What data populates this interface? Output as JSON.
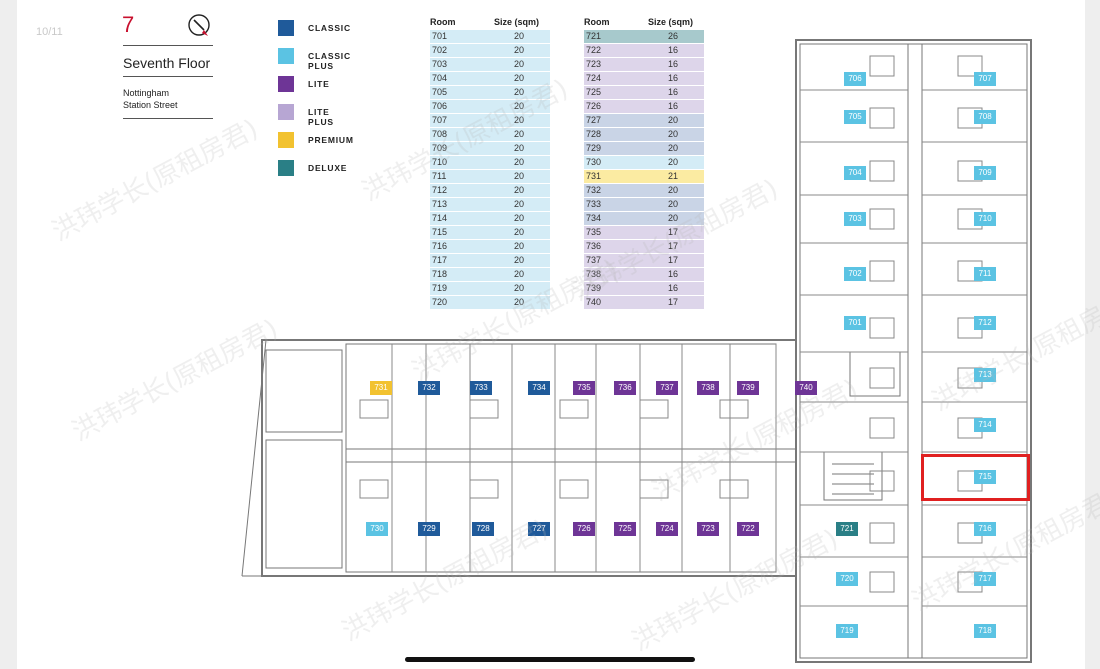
{
  "page_indicator": "10/11",
  "floor_number": "7",
  "floor_title": "Seventh Floor",
  "address_line1": "Nottingham",
  "address_line2": "Station Street",
  "compass_icon": "compass-icon",
  "legend": [
    {
      "label": "CLASSIC",
      "color": "#1f5a9a"
    },
    {
      "label": "CLASSIC PLUS",
      "color": "#5bc3e3"
    },
    {
      "label": "LITE",
      "color": "#6e3596"
    },
    {
      "label": "LITE PLUS",
      "color": "#b7a6d3"
    },
    {
      "label": "PREMIUM",
      "color": "#f2c230"
    },
    {
      "label": "DELUXE",
      "color": "#2a7f86"
    }
  ],
  "table_headers": {
    "room": "Room",
    "size": "Size (sqm)"
  },
  "table_left": [
    {
      "room": "701",
      "size": "20",
      "type": "CLASSIC PLUS"
    },
    {
      "room": "702",
      "size": "20",
      "type": "CLASSIC PLUS"
    },
    {
      "room": "703",
      "size": "20",
      "type": "CLASSIC PLUS"
    },
    {
      "room": "704",
      "size": "20",
      "type": "CLASSIC PLUS"
    },
    {
      "room": "705",
      "size": "20",
      "type": "CLASSIC PLUS"
    },
    {
      "room": "706",
      "size": "20",
      "type": "CLASSIC PLUS"
    },
    {
      "room": "707",
      "size": "20",
      "type": "CLASSIC PLUS"
    },
    {
      "room": "708",
      "size": "20",
      "type": "CLASSIC PLUS"
    },
    {
      "room": "709",
      "size": "20",
      "type": "CLASSIC PLUS"
    },
    {
      "room": "710",
      "size": "20",
      "type": "CLASSIC PLUS"
    },
    {
      "room": "711",
      "size": "20",
      "type": "CLASSIC PLUS"
    },
    {
      "room": "712",
      "size": "20",
      "type": "CLASSIC PLUS"
    },
    {
      "room": "713",
      "size": "20",
      "type": "CLASSIC PLUS"
    },
    {
      "room": "714",
      "size": "20",
      "type": "CLASSIC PLUS"
    },
    {
      "room": "715",
      "size": "20",
      "type": "CLASSIC PLUS"
    },
    {
      "room": "716",
      "size": "20",
      "type": "CLASSIC PLUS"
    },
    {
      "room": "717",
      "size": "20",
      "type": "CLASSIC PLUS"
    },
    {
      "room": "718",
      "size": "20",
      "type": "CLASSIC PLUS"
    },
    {
      "room": "719",
      "size": "20",
      "type": "CLASSIC PLUS"
    },
    {
      "room": "720",
      "size": "20",
      "type": "CLASSIC PLUS"
    }
  ],
  "table_right": [
    {
      "room": "721",
      "size": "26",
      "type": "DELUXE"
    },
    {
      "room": "722",
      "size": "16",
      "type": "LITE PLUS"
    },
    {
      "room": "723",
      "size": "16",
      "type": "LITE PLUS"
    },
    {
      "room": "724",
      "size": "16",
      "type": "LITE PLUS"
    },
    {
      "room": "725",
      "size": "16",
      "type": "LITE PLUS"
    },
    {
      "room": "726",
      "size": "16",
      "type": "LITE PLUS"
    },
    {
      "room": "727",
      "size": "20",
      "type": "CLASSIC"
    },
    {
      "room": "728",
      "size": "20",
      "type": "CLASSIC"
    },
    {
      "room": "729",
      "size": "20",
      "type": "CLASSIC"
    },
    {
      "room": "730",
      "size": "20",
      "type": "CLASSIC PLUS"
    },
    {
      "room": "731",
      "size": "21",
      "type": "PREMIUM"
    },
    {
      "room": "732",
      "size": "20",
      "type": "CLASSIC"
    },
    {
      "room": "733",
      "size": "20",
      "type": "CLASSIC"
    },
    {
      "room": "734",
      "size": "20",
      "type": "CLASSIC"
    },
    {
      "room": "735",
      "size": "17",
      "type": "LITE PLUS"
    },
    {
      "room": "736",
      "size": "17",
      "type": "LITE PLUS"
    },
    {
      "room": "737",
      "size": "17",
      "type": "LITE PLUS"
    },
    {
      "room": "738",
      "size": "16",
      "type": "LITE PLUS"
    },
    {
      "room": "739",
      "size": "16",
      "type": "LITE PLUS"
    },
    {
      "room": "740",
      "size": "17",
      "type": "LITE PLUS"
    }
  ],
  "table_row_colors": {
    "CLASSIC": "#c9d4e6",
    "CLASSIC PLUS": "#d4ecf6",
    "LITE PLUS": "#ddd5ea",
    "PREMIUM": "#fbeba2",
    "DELUXE": "#a7c9cc"
  },
  "plan_rooms": [
    {
      "label": "706",
      "type": "CLASSIC PLUS"
    },
    {
      "label": "707",
      "type": "CLASSIC PLUS"
    },
    {
      "label": "705",
      "type": "CLASSIC PLUS"
    },
    {
      "label": "708",
      "type": "CLASSIC PLUS"
    },
    {
      "label": "704",
      "type": "CLASSIC PLUS"
    },
    {
      "label": "709",
      "type": "CLASSIC PLUS"
    },
    {
      "label": "703",
      "type": "CLASSIC PLUS"
    },
    {
      "label": "710",
      "type": "CLASSIC PLUS"
    },
    {
      "label": "702",
      "type": "CLASSIC PLUS"
    },
    {
      "label": "711",
      "type": "CLASSIC PLUS"
    },
    {
      "label": "701",
      "type": "CLASSIC PLUS"
    },
    {
      "label": "712",
      "type": "CLASSIC PLUS"
    },
    {
      "label": "713",
      "type": "CLASSIC PLUS"
    },
    {
      "label": "714",
      "type": "CLASSIC PLUS"
    },
    {
      "label": "715",
      "type": "CLASSIC PLUS"
    },
    {
      "label": "716",
      "type": "CLASSIC PLUS"
    },
    {
      "label": "717",
      "type": "CLASSIC PLUS"
    },
    {
      "label": "718",
      "type": "CLASSIC PLUS"
    },
    {
      "label": "719",
      "type": "CLASSIC PLUS"
    },
    {
      "label": "720",
      "type": "CLASSIC PLUS"
    },
    {
      "label": "721",
      "type": "DELUXE"
    },
    {
      "label": "731",
      "type": "PREMIUM"
    },
    {
      "label": "732",
      "type": "CLASSIC"
    },
    {
      "label": "733",
      "type": "CLASSIC"
    },
    {
      "label": "734",
      "type": "CLASSIC"
    },
    {
      "label": "735",
      "type": "LITE"
    },
    {
      "label": "736",
      "type": "LITE"
    },
    {
      "label": "737",
      "type": "LITE"
    },
    {
      "label": "738",
      "type": "LITE"
    },
    {
      "label": "739",
      "type": "LITE"
    },
    {
      "label": "740",
      "type": "LITE"
    },
    {
      "label": "730",
      "type": "CLASSIC PLUS"
    },
    {
      "label": "729",
      "type": "CLASSIC"
    },
    {
      "label": "728",
      "type": "CLASSIC"
    },
    {
      "label": "727",
      "type": "CLASSIC"
    },
    {
      "label": "726",
      "type": "LITE"
    },
    {
      "label": "725",
      "type": "LITE"
    },
    {
      "label": "724",
      "type": "LITE"
    },
    {
      "label": "723",
      "type": "LITE"
    },
    {
      "label": "722",
      "type": "LITE"
    }
  ],
  "highlighted_room": "715",
  "highlight_color": "#e02020",
  "watermark_text": "洪玮学长(原租房君)"
}
